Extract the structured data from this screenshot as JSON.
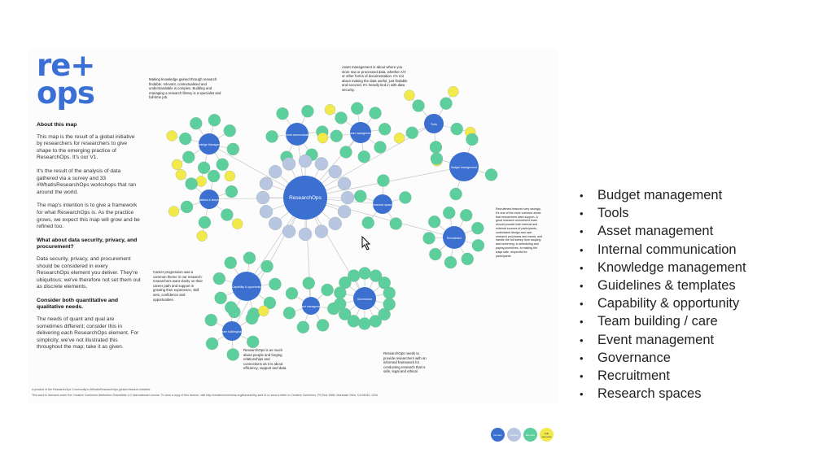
{
  "poster": {
    "logo": "re+\nops",
    "about_heading": "About this map",
    "about_p1": "This map is the result of a global initiative by researchers for researchers to give shape to the emerging practice of ResearchOps. It's our V1.",
    "about_p2": "It's the result of the analysis of data gathered via a survey and 33 #WhatIsResearchOps workshops that ran around the world.",
    "about_p3": "The map's intention is to give a framework for what ResearchOps is. As the practice grows, we expect this map will grow and be refined too.",
    "security_heading": "What about data security, privacy, and procurement?",
    "security_p": "Data security, privacy, and procurement should be considered in every ResearchOps element you deliver. They're ubiquitous; we've therefore not set them out as discrete elements.",
    "quant_heading": "Consider both quantitative and qualitative needs.",
    "quant_p": "The needs of quant and qual are sometimes different; consider this in delivering each ResearchOps element. For simplicity, we've not illustrated this throughout the map; take it as given.",
    "footer_line1": "A product of the ResearchOps Community's #WhatIsResearchOps global research initiative",
    "footer_line2": "This work is licensed under the Creative Commons Attribution-ShareAlike 4.0 International License. To view a copy of this license, visit http://creativecommons.org/licenses/by-sa/4.0/ or send a letter to Creative Commons, PO Box 1866, Mountain View, CA 94042, USA.",
    "notes": {
      "knowledge": "Making knowledge gained through research findable, relevant, contextualised and understandable is complex. Building and managing a research library is a specialist and full-time job.",
      "asset": "Asset management is about where you store raw or processed data, whether A/V or other forms of documentation. It's not about making the data useful, just findable and secured. It's heavily tied in with data security.",
      "recruitment": "Recruitment featured very strongly. It's one of the more common areas that researchers want support. A good research recruitment team should provide both internal and external sources of participants, understand design and user research processes and needs, and handle the full sweep from scoping and screening, to scheduling and paying incentives, to making the ways safe, respectful for participants.",
      "career": "Career progression was a common theme in our research: researchers want clarity on their career path and support in growing their experience, skill sets, confidence and opportunities.",
      "people": "ResearchOps is as much about people and forging relationships and connections as it is about efficiency, support and data.",
      "governance": "ResearchOps needs to provide researchers with an informed framework for conducting research that is safe, legal and ethical."
    },
    "hubs": [
      {
        "label": "ResearchOps",
        "main": true
      },
      {
        "label": "Knowledge Management"
      },
      {
        "label": "Internal communication"
      },
      {
        "label": "Asset management"
      },
      {
        "label": "Tools"
      },
      {
        "label": "Budget management"
      },
      {
        "label": "Research spaces"
      },
      {
        "label": "Guidelines & templates"
      },
      {
        "label": "Recruitment"
      },
      {
        "label": "Capability & opportunity"
      },
      {
        "label": "Event management"
      },
      {
        "label": "Governance"
      },
      {
        "label": "Team building/care"
      }
    ],
    "legend": [
      "Domain",
      "Context",
      "Element",
      "Sub elements"
    ],
    "colors": {
      "hub": "#3b6fd0",
      "context": "#b9c6e2",
      "element": "#5ccf9c",
      "sub": "#f2ea4a"
    }
  },
  "bullets": [
    "Budget management",
    "Tools",
    "Asset management",
    "Internal communication",
    "Knowledge management",
    "Guidelines & templates",
    "Capability & opportunity",
    "Team building / care",
    "Event management",
    "Governance",
    "Recruitment",
    "Research spaces"
  ]
}
